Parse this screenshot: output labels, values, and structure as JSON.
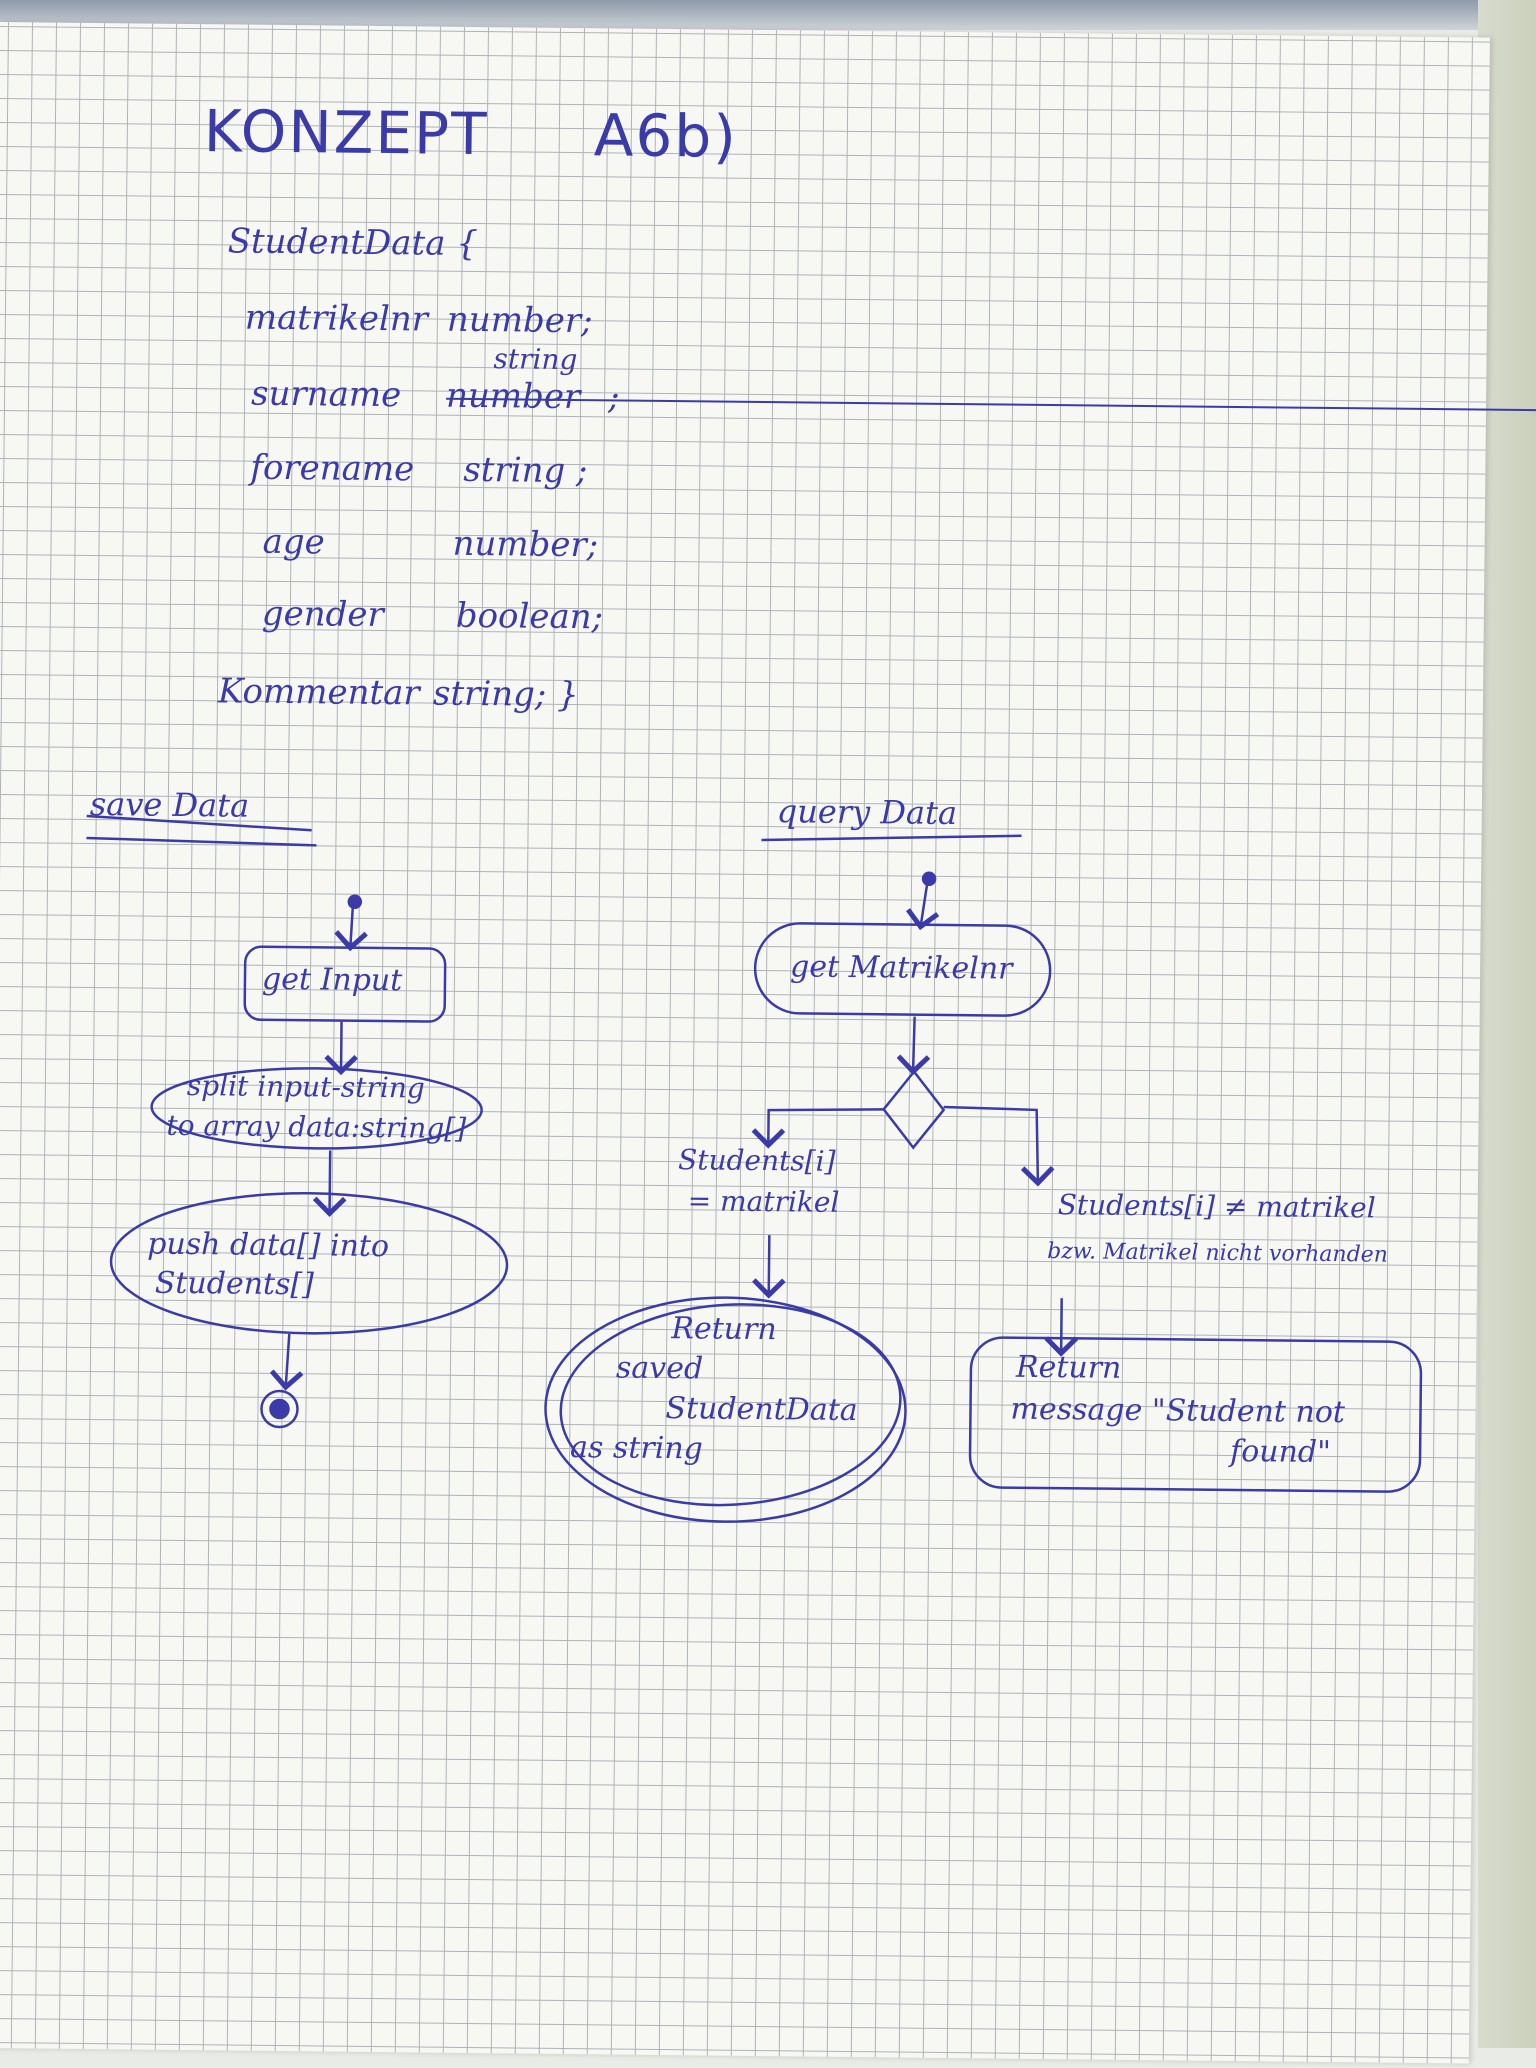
{
  "heading": {
    "left": "KONZEPT",
    "right": "A6b)"
  },
  "interface": {
    "open": "StudentData {",
    "fields": [
      {
        "name": "matrikelnr",
        "type": "number;"
      },
      {
        "name": "surname",
        "type": "number",
        "correction": "string",
        "suffix": ";"
      },
      {
        "name": "forename",
        "type": "string ;"
      },
      {
        "name": "age",
        "type": "number;"
      },
      {
        "name": "gender",
        "type": "boolean;"
      },
      {
        "name": "Kommentar",
        "type": "string; }"
      }
    ]
  },
  "save_data": {
    "title": "save Data",
    "nodes": {
      "get_input": "get Input",
      "split_line1": "split input-string",
      "split_line2": "to array data:string[]",
      "push_line1": "push data[] into",
      "push_line2": "Students[]"
    }
  },
  "query_data": {
    "title": "query Data",
    "get_matrikel": "get Matrikelnr",
    "left_guard_line1": "Students[i]",
    "left_guard_line2": "= matrikel",
    "right_guard_line1": "Students[i] ≠ matrikel",
    "right_guard_line2": "bzw. Matrikel nicht vorhanden",
    "return_saved_line1": "Return",
    "return_saved_line2": "saved",
    "return_saved_line3": "StudentData",
    "return_saved_line4": "as string",
    "return_msg_line1": "Return",
    "return_msg_line2": "message \"Student not",
    "return_msg_line3": "found\""
  },
  "colors": {
    "ink": "#3a3aa8",
    "paper": "#f7f8f4",
    "grid": "#aeb3b6"
  }
}
